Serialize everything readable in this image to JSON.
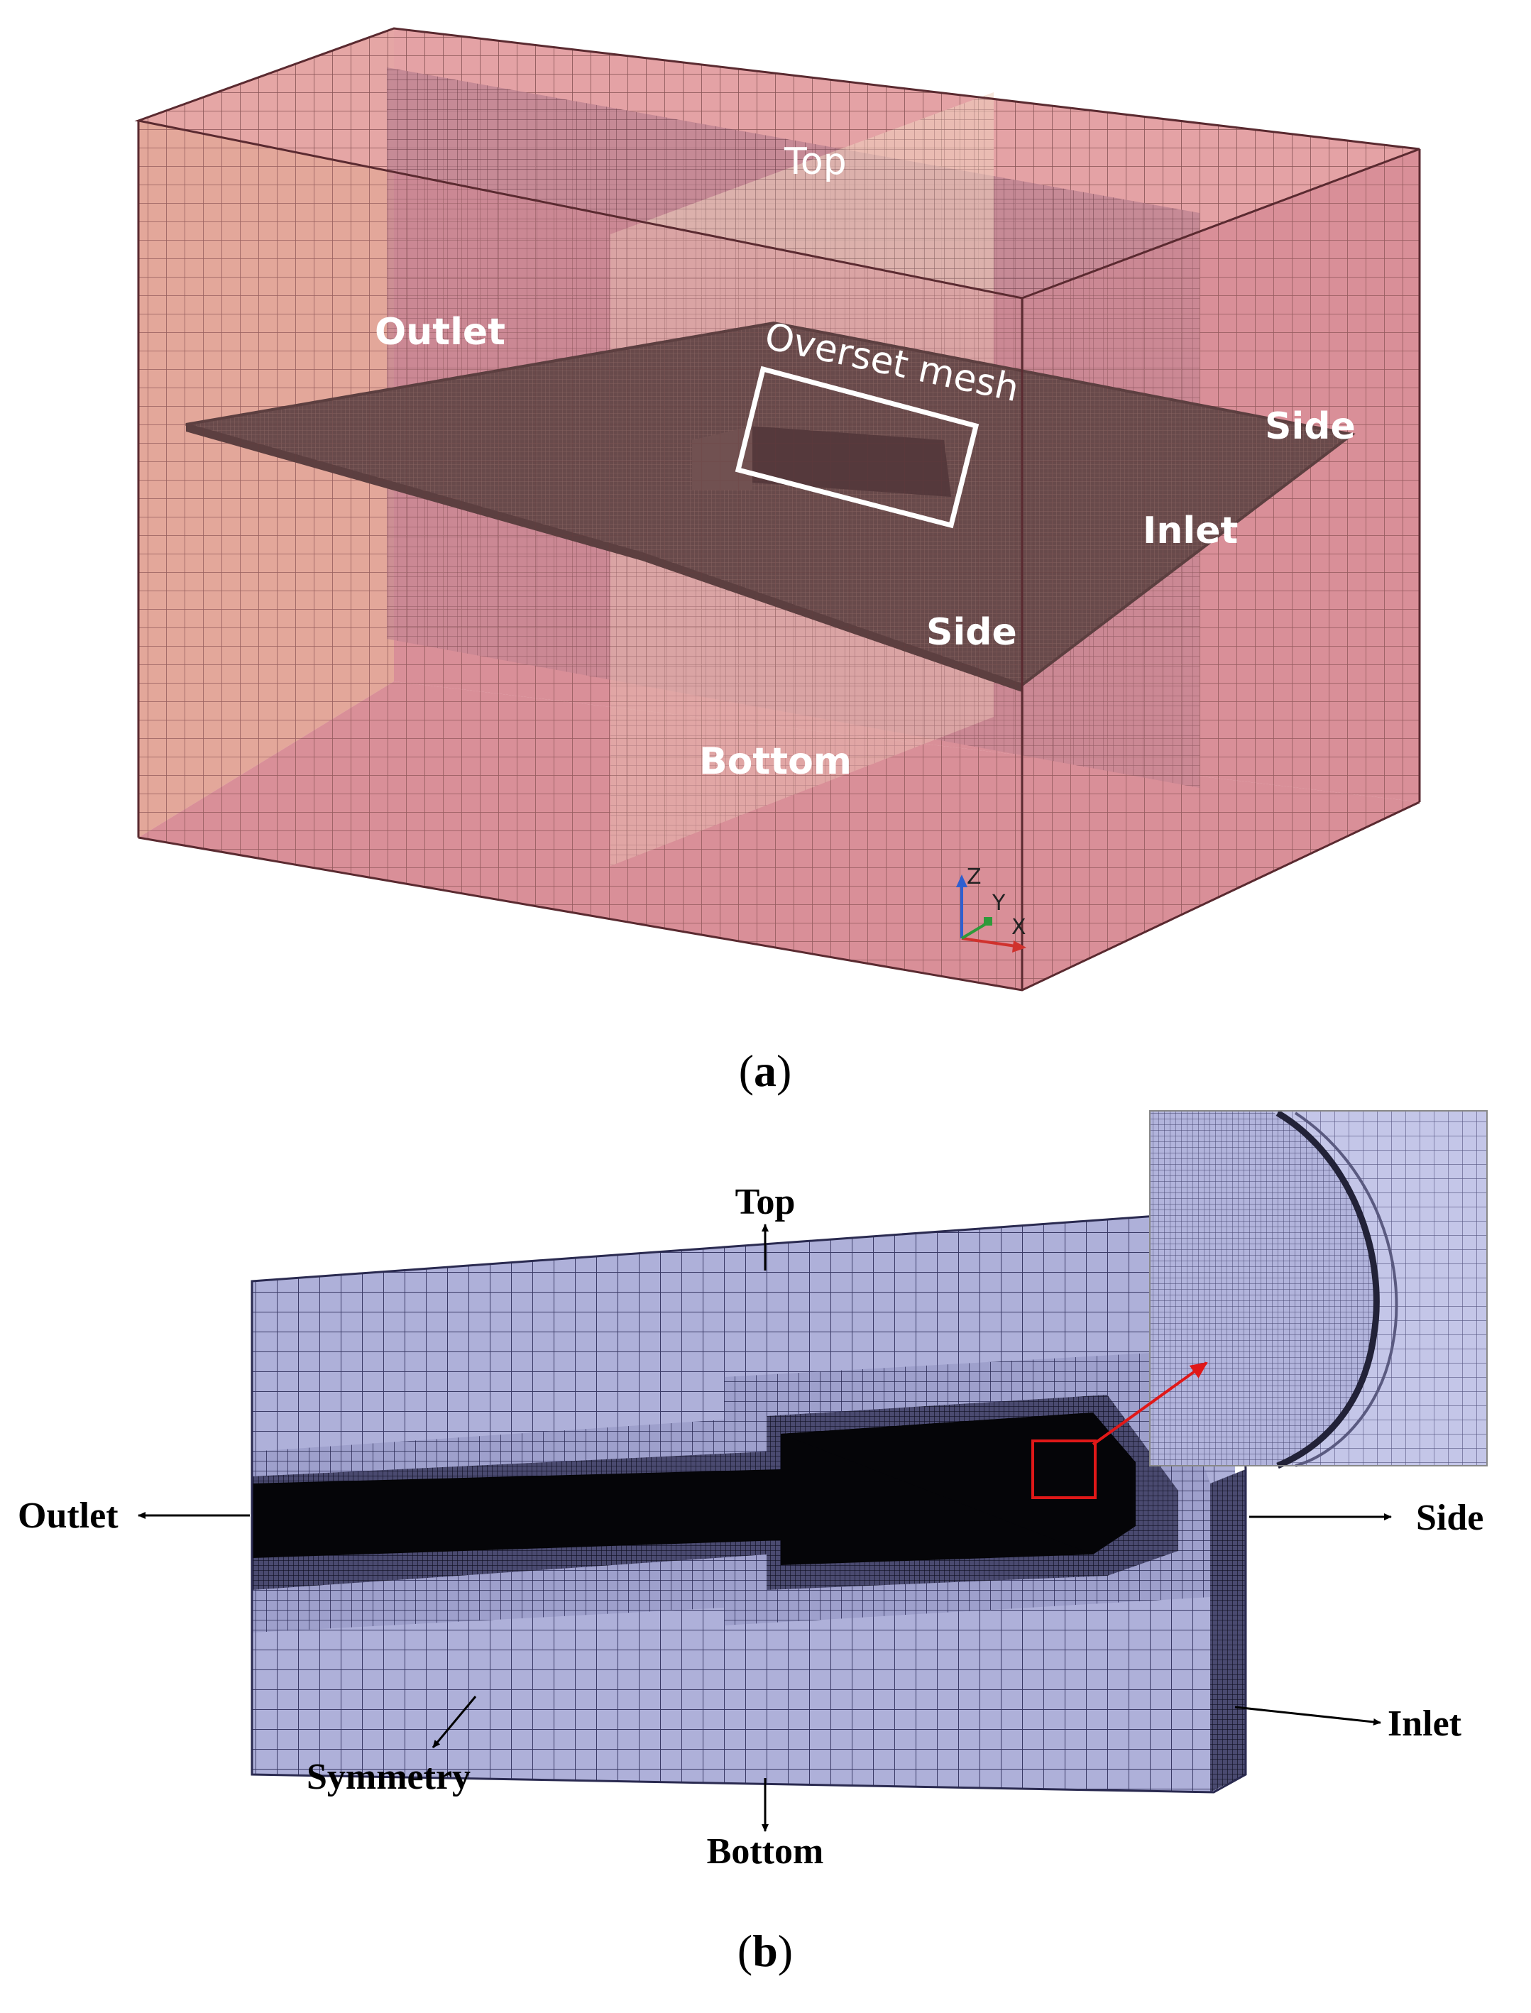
{
  "panel_a": {
    "caption_paren_open": "(",
    "caption_letter": "a",
    "caption_paren_close": ")",
    "labels": {
      "top": "Top",
      "outlet": "Outlet",
      "overset_mesh": "Overset mesh",
      "side_right": "Side",
      "inlet": "Inlet",
      "side_front": "Side",
      "bottom": "Bottom"
    },
    "axes": {
      "z": "Z",
      "y": "Y",
      "x": "X"
    },
    "colors": {
      "domain_left": "#e8b49b",
      "domain_main": "#d98f98",
      "mesh_line": "#6b3a3a",
      "free_surface": "#2b2522",
      "overset_box": "#ffffff",
      "axis_z": "#2f5fd0",
      "axis_y": "#2e9a3a",
      "axis_x": "#d0312d"
    }
  },
  "panel_b": {
    "caption_paren_open": "(",
    "caption_letter": "b",
    "caption_paren_close": ")",
    "labels": {
      "top": "Top",
      "outlet": "Outlet",
      "side": "Side",
      "inlet": "Inlet",
      "symmetry": "Symmetry",
      "bottom": "Bottom"
    },
    "colors": {
      "mesh_fill": "#aeb0d9",
      "mesh_line": "#3a3a66",
      "dense": "#050508",
      "zoom_frame": "#e01818",
      "inset_bg": "#c4c6e8"
    }
  }
}
